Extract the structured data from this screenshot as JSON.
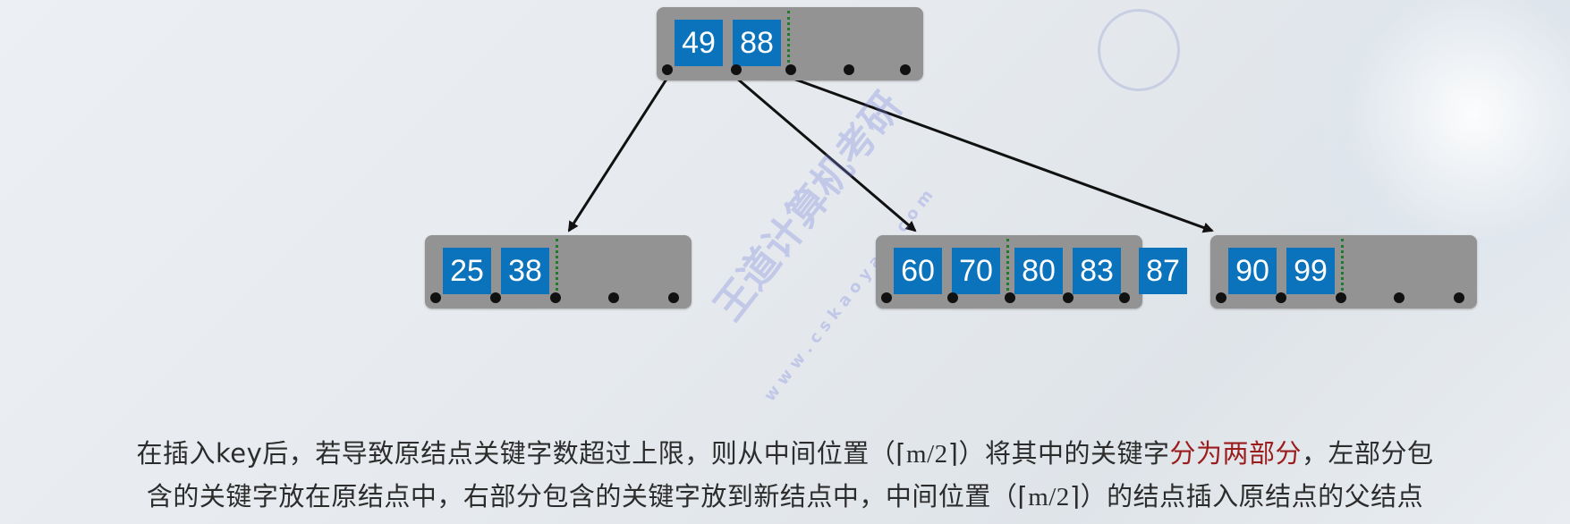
{
  "tree": {
    "root": {
      "keys": [
        "49",
        "88"
      ]
    },
    "children": [
      {
        "keys": [
          "25",
          "38"
        ]
      },
      {
        "keys": [
          "60",
          "70",
          "80",
          "83"
        ],
        "overflow_key": "87"
      },
      {
        "keys": [
          "90",
          "99"
        ]
      }
    ]
  },
  "caption": {
    "line1_a": "在插入key后，若导致原结点关键字数超过上限，则从中间位置（",
    "line1_math": "⌈m/2⌉",
    "line1_b": "）将其中的关键字",
    "line1_highlight": "分为两部分",
    "line1_c": "，左部分包",
    "line2_a": "含的关键字放在原结点中，右部分包含的关键字放到新结点中，中间位置（",
    "line2_math": "⌈m/2⌉",
    "line2_b": "）的结点插入原结点的父结点"
  },
  "watermark": {
    "text": "王道计算机考研",
    "url": "w w w . c s k a o y a n . c o m"
  },
  "colors": {
    "node_bg": "#939393",
    "key_bg": "#0b73bb",
    "divider": "#1f7a2a",
    "highlight": "#9b1c1c"
  }
}
